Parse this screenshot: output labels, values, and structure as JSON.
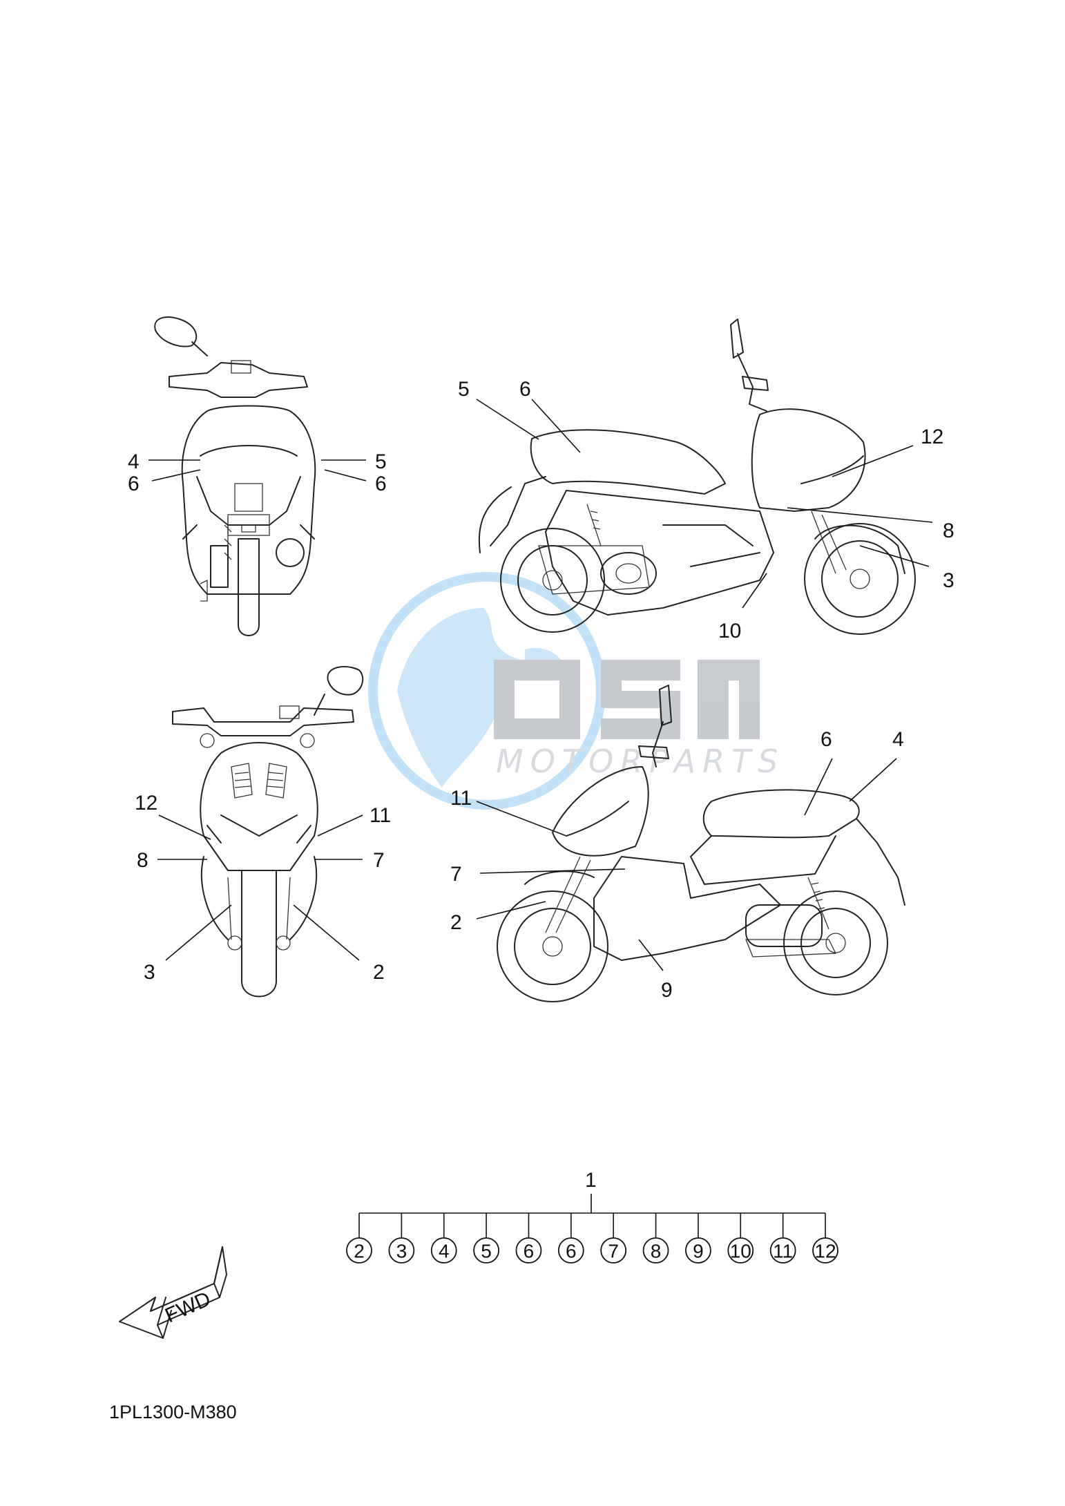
{
  "diagram": {
    "part_code": "1PL1300-M380",
    "fwd_label": "FWD",
    "watermark": {
      "logo": "OSM",
      "subtitle": "MOTORPARTS"
    },
    "callouts": {
      "rear_view": [
        "4",
        "5",
        "6",
        "6"
      ],
      "right_side_view": [
        "5",
        "6",
        "12",
        "8",
        "3",
        "10"
      ],
      "front_view": [
        "12",
        "11",
        "8",
        "7",
        "3",
        "2"
      ],
      "left_side_view": [
        "6",
        "4",
        "11",
        "7",
        "2",
        "9"
      ]
    },
    "parts_tree": {
      "parent": "1",
      "children": [
        "2",
        "3",
        "4",
        "5",
        "6",
        "6",
        "7",
        "8",
        "9",
        "10",
        "11",
        "12"
      ]
    }
  },
  "colors": {
    "line": "#222222",
    "watermark_blue": "#4aa8e8",
    "watermark_gray": "#8c949c"
  }
}
